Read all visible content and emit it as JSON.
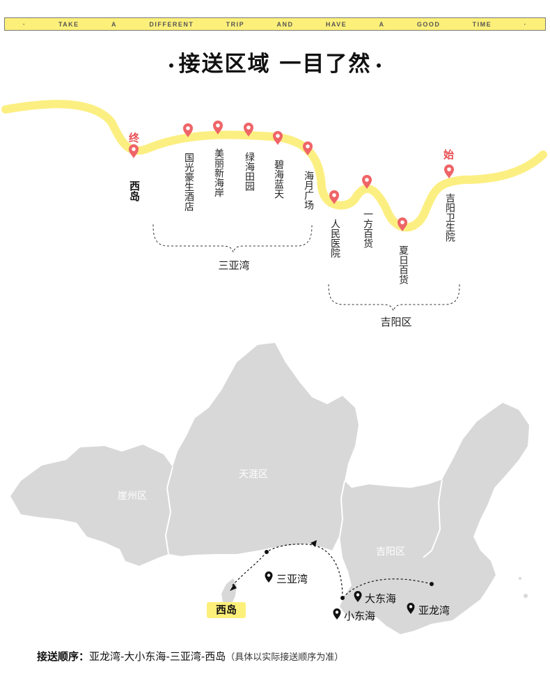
{
  "banner_words": [
    "·",
    "TAKE",
    "A",
    "DIFFERENT",
    "TRIP",
    "AND",
    "HAVE",
    "A",
    "GOOD",
    "TIME",
    "·"
  ],
  "title": "接送区域  一目了然",
  "route": {
    "end_mark": "终",
    "start_mark": "始",
    "end_stop": "西岛",
    "stops_sanya_bay": [
      "国光豪生酒店",
      "美丽新海岸",
      "绿海田园",
      "碧海蓝天",
      "海月广场"
    ],
    "stops_jiyang": [
      "人民医院",
      "一方百货",
      "夏日百货",
      "吉阳卫生院"
    ],
    "group_sanya_bay": "三亚湾",
    "group_jiyang": "吉阳区",
    "line_color": "#fcef82",
    "pin_color": "#ef6467"
  },
  "map": {
    "districts": [
      "崖州区",
      "天涯区",
      "吉阳区"
    ],
    "pins": [
      "三亚湾",
      "大东海",
      "小东海",
      "亚龙湾"
    ],
    "xidao_tag": "西岛",
    "land_color": "#d8d8d8"
  },
  "footer": {
    "label": "接送顺序：",
    "sequence": "亚龙湾-大小东海-三亚湾-西岛",
    "note": "（具体以实际接送顺序为准）"
  }
}
